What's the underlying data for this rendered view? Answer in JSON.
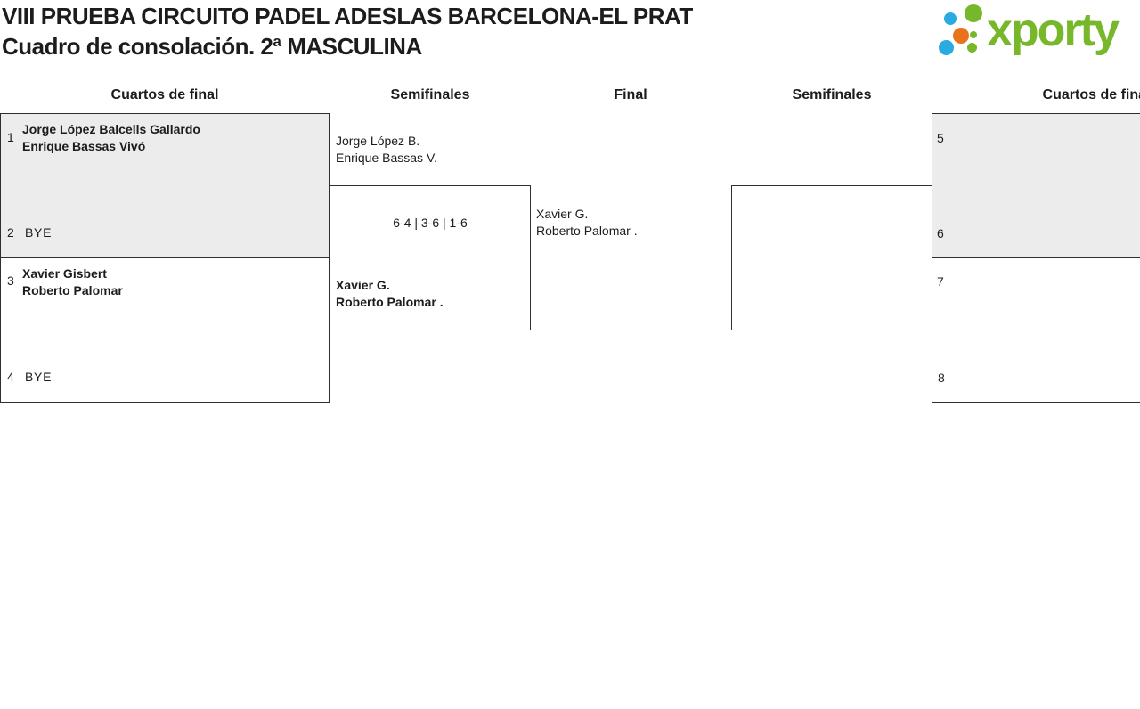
{
  "header": {
    "title_line1": "VIII PRUEBA CIRCUITO PADEL ADESLAS BARCELONA-EL PRAT",
    "title_line2": "Cuadro de consolación. 2ª MASCULINA"
  },
  "logo": {
    "brand": "xporty",
    "colors": {
      "green": "#76b82a",
      "blue": "#29abe2",
      "orange": "#e8731a"
    }
  },
  "round_headers": {
    "left_quarters": "Cuartos de final",
    "left_semis": "Semifinales",
    "final": "Final",
    "right_semis": "Semifinales",
    "right_quarters": "Cuartos de final"
  },
  "bracket": {
    "match_left_top": {
      "seed_a": "1",
      "player_a1": "Jorge López Balcells Gallardo",
      "player_a2": "Enrique Bassas Vivó",
      "seed_b": "2",
      "team_b": "BYE"
    },
    "match_left_bottom": {
      "seed_a": "3",
      "player_a1": "Xavier Gisbert",
      "player_a2": "Roberto Palomar",
      "seed_b": "4",
      "team_b": "BYE"
    },
    "semifinal_left": {
      "top_player1": "Jorge López B.",
      "top_player2": "Enrique Bassas V.",
      "score": "6-4 | 3-6 | 1-6",
      "bottom_player1": "Xavier G.",
      "bottom_player2": "Roberto Palomar ."
    },
    "final": {
      "player1": "Xavier G.",
      "player2": "Roberto Palomar ."
    },
    "match_right_top": {
      "seed_a": "5",
      "seed_b": "6"
    },
    "match_right_bottom": {
      "seed_a": "7",
      "seed_b": "8"
    }
  }
}
